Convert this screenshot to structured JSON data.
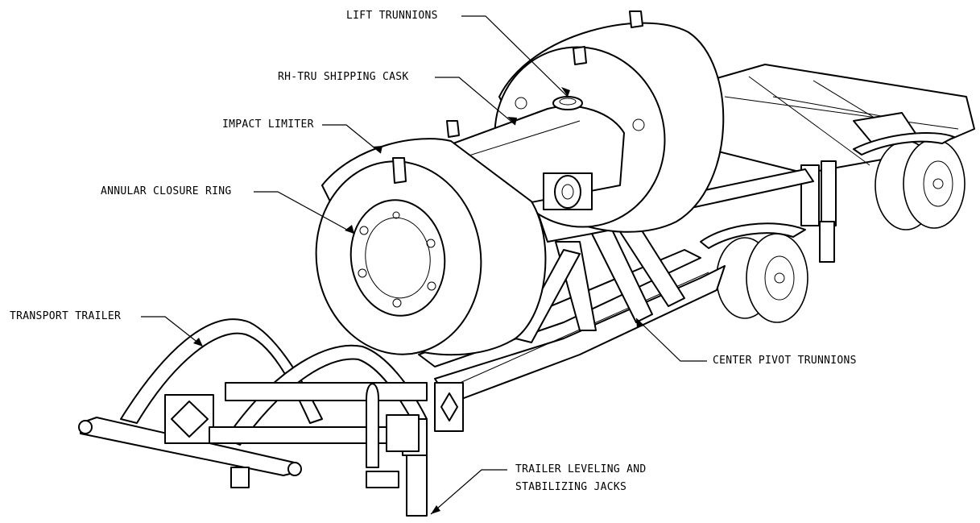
{
  "labels": {
    "lift_trunnions": "LIFT TRUNNIONS",
    "shipping_cask": "RH-TRU SHIPPING CASK",
    "impact_limiter": "IMPACT LIMITER",
    "annular_closure_ring": "ANNULAR CLOSURE RING",
    "transport_trailer": "TRANSPORT TRAILER",
    "center_pivot_trunnions": "CENTER PIVOT TRUNNIONS",
    "jacks_line1": "TRAILER LEVELING AND",
    "jacks_line2": "STABILIZING JACKS"
  },
  "colors": {
    "ink": "#000000",
    "paper": "#ffffff"
  }
}
